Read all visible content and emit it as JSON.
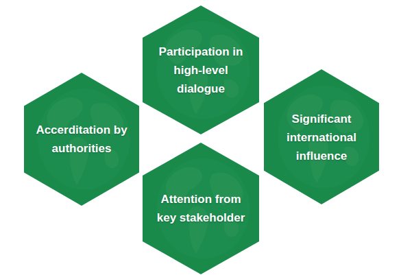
{
  "diagram": {
    "nodes": [
      {
        "text": [
          "Participation in high-level dialogue"
        ]
      },
      {
        "text": [
          "Accerditation by authorities"
        ]
      },
      {
        "text": [
          "Significant international influence"
        ]
      },
      {
        "text": [
          "Attention from key stakeholder"
        ]
      }
    ]
  }
}
